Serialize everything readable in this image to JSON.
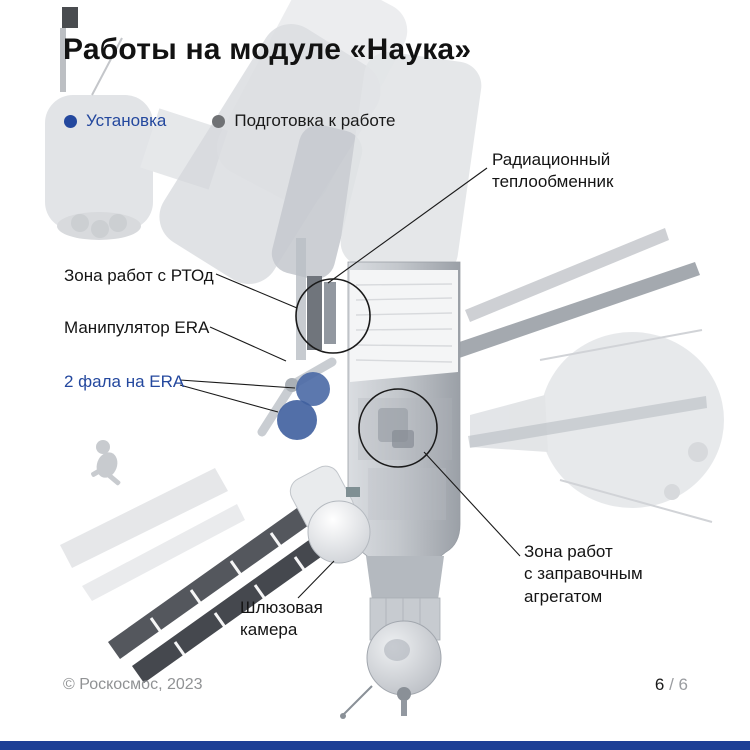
{
  "title": "Работы на модуле «Наука»",
  "legend": {
    "items": [
      {
        "label": "Установка",
        "color": "#24489e"
      },
      {
        "label": "Подготовка к работе",
        "color": "#707275"
      }
    ]
  },
  "labels": {
    "radiator": "Радиационный\nтеплообменник",
    "rtod_zone": "Зона работ с РТОд",
    "era_arm": "Манипулятор ERA",
    "era_tethers": "2 фала на ERA",
    "airlock": "Шлюзовая\nкамера",
    "refuel_zone": "Зона работ\nс заправочным\nагрегатом"
  },
  "footer": {
    "copyright": "© Роскосмос, 2023",
    "page_current": "6",
    "page_rest": " / 6"
  },
  "colors": {
    "accent_blue": "#24489e",
    "prep_gray": "#707275",
    "footer_gray": "#909294",
    "bottom_bar": "#1d3f96",
    "annotation_circle": "#1a1a1a"
  }
}
